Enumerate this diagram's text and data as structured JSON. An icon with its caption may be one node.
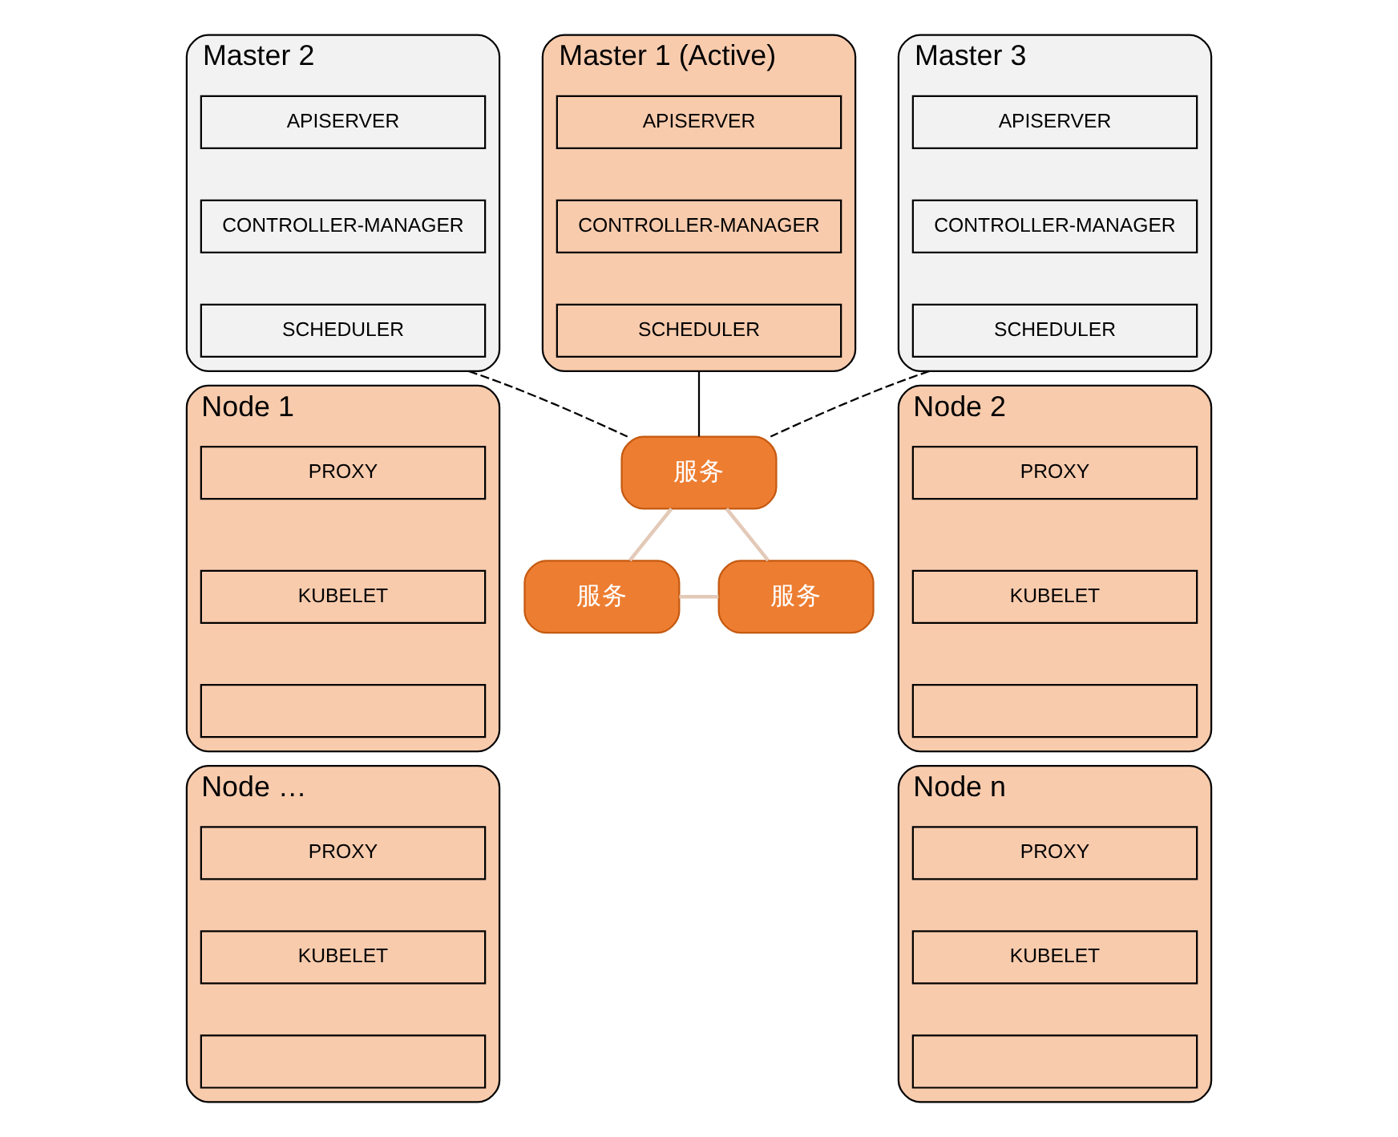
{
  "diagram": {
    "nodes": [
      {
        "text": [
          "Master 1 (Active)"
        ]
      },
      {
        "text": [
          "APISERVER"
        ],
        "in": 0
      },
      {
        "text": [
          "CONTROLLER-MANAGER"
        ],
        "in": 0
      },
      {
        "text": [
          "SCHEDULER"
        ],
        "in": 0
      },
      {
        "text": [
          "Master 2"
        ]
      },
      {
        "text": [
          "APISERVER"
        ],
        "in": 4
      },
      {
        "text": [
          "CONTROLLER-MANAGER"
        ],
        "in": 4
      },
      {
        "text": [
          "SCHEDULER"
        ],
        "in": 4
      },
      {
        "text": [
          "Master 3"
        ]
      },
      {
        "text": [
          "APISERVER"
        ],
        "in": 8
      },
      {
        "text": [
          "CONTROLLER-MANAGER"
        ],
        "in": 8
      },
      {
        "text": [
          "SCHEDULER"
        ],
        "in": 8
      },
      {
        "text": [
          "Node 1"
        ]
      },
      {
        "text": [
          "PROXY"
        ],
        "in": 12
      },
      {
        "text": [
          "KUBELET"
        ],
        "in": 12
      },
      {
        "text": [],
        "shape": "box",
        "in": 12
      },
      {
        "text": [
          "Node 2"
        ]
      },
      {
        "text": [
          "PROXY"
        ],
        "in": 16
      },
      {
        "text": [
          "KUBELET"
        ],
        "in": 16
      },
      {
        "text": [],
        "shape": "box",
        "in": 16
      },
      {
        "text": [
          "服务"
        ]
      },
      {
        "text": [
          "Node …"
        ]
      },
      {
        "text": [
          "PROXY"
        ],
        "in": 21
      },
      {
        "text": [
          "KUBELET"
        ],
        "in": 21
      },
      {
        "text": [],
        "shape": "box",
        "in": 21
      },
      {
        "text": [
          "Node n"
        ]
      },
      {
        "text": [
          "PROXY"
        ],
        "in": 25
      },
      {
        "text": [
          "KUBELET"
        ],
        "in": 25
      },
      {
        "text": [],
        "shape": "box",
        "in": 25
      },
      {
        "text": [
          "服务"
        ]
      },
      {
        "text": [
          "服务"
        ]
      }
    ],
    "edges": [
      {
        "from": 0,
        "to": 20,
        "arrow": "none"
      },
      {
        "from": 4,
        "to": 20,
        "arrow": "none",
        "style": "dashed"
      },
      {
        "from": 8,
        "to": 20,
        "arrow": "none",
        "style": "dashed"
      },
      {
        "from": 20,
        "to": 29,
        "arrow": "none",
        "color": "#e3c9b8"
      },
      {
        "from": 29,
        "to": 30,
        "arrow": "none",
        "color": "#e3c9b8"
      },
      {
        "from": 30,
        "to": 20,
        "arrow": "none",
        "color": "#e3c9b8"
      }
    ]
  }
}
